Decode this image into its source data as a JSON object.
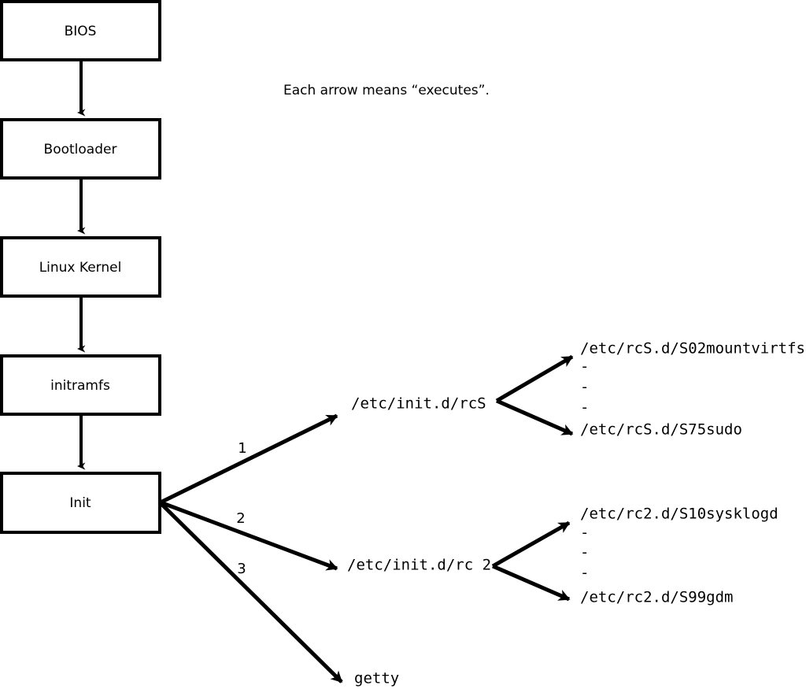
{
  "caption": {
    "text": "Each arrow means “executes”."
  },
  "colors": {
    "stroke": "#000000",
    "fill": "#ffffff",
    "background": "#ffffff"
  },
  "boot_chain": {
    "boxes": [
      {
        "label": "BIOS"
      },
      {
        "label": "Bootloader"
      },
      {
        "label": "Linux Kernel"
      },
      {
        "label": "initramfs"
      },
      {
        "label": "Init"
      }
    ]
  },
  "init_branches": [
    {
      "number": "1",
      "label": "/etc/init.d/rcS",
      "children": {
        "first": "/etc/rcS.d/S02mountvirtfs",
        "last": "/etc/rcS.d/S75sudo",
        "ellipsis": [
          "-",
          "-",
          "-"
        ]
      }
    },
    {
      "number": "2",
      "label": "/etc/init.d/rc 2",
      "children": {
        "first": "/etc/rc2.d/S10sysklogd",
        "last": "/etc/rc2.d/S99gdm",
        "ellipsis": [
          "-",
          "-",
          "-"
        ]
      }
    },
    {
      "number": "3",
      "label": "getty",
      "children": null
    }
  ]
}
